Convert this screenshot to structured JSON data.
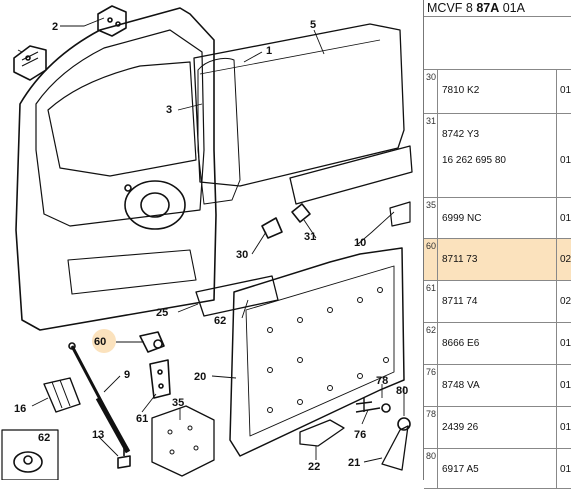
{
  "header": {
    "prefix": "MCVF 8 ",
    "bold": "87A",
    "suffix": " 01A"
  },
  "callouts": {
    "c1": "1",
    "c2": "2",
    "c3": "3",
    "c5": "5",
    "c9": "9",
    "c10": "10",
    "c13": "13",
    "c16": "16",
    "c20": "20",
    "c21": "21",
    "c22": "22",
    "c25": "25",
    "c30": "30",
    "c31": "31",
    "c35": "35",
    "c60": "60",
    "c61": "61",
    "c62": "62",
    "c62b": "62",
    "c76": "76",
    "c78": "78",
    "c80": "80"
  },
  "highlight_color": "#fbe2bd",
  "rows": [
    {
      "index": "30",
      "refs": [
        "7810 K2"
      ],
      "qty": "01",
      "highlight": false
    },
    {
      "index": "31",
      "refs": [
        "8742 Y3",
        "16 262 695 80"
      ],
      "qty": "01",
      "highlight": false
    },
    {
      "index": "35",
      "refs": [
        "6999 NC"
      ],
      "qty": "01",
      "highlight": false
    },
    {
      "index": "60",
      "refs": [
        "8711 73"
      ],
      "qty": "02",
      "highlight": true
    },
    {
      "index": "61",
      "refs": [
        "8711 74"
      ],
      "qty": "02",
      "highlight": false
    },
    {
      "index": "62",
      "refs": [
        "8666 E6"
      ],
      "qty": "01",
      "highlight": false
    },
    {
      "index": "76",
      "refs": [
        "8748 VA"
      ],
      "qty": "01",
      "highlight": false
    },
    {
      "index": "78",
      "refs": [
        "2439 26"
      ],
      "qty": "01",
      "highlight": false
    },
    {
      "index": "80",
      "refs": [
        "6917 A5"
      ],
      "qty": "01",
      "highlight": false
    }
  ]
}
